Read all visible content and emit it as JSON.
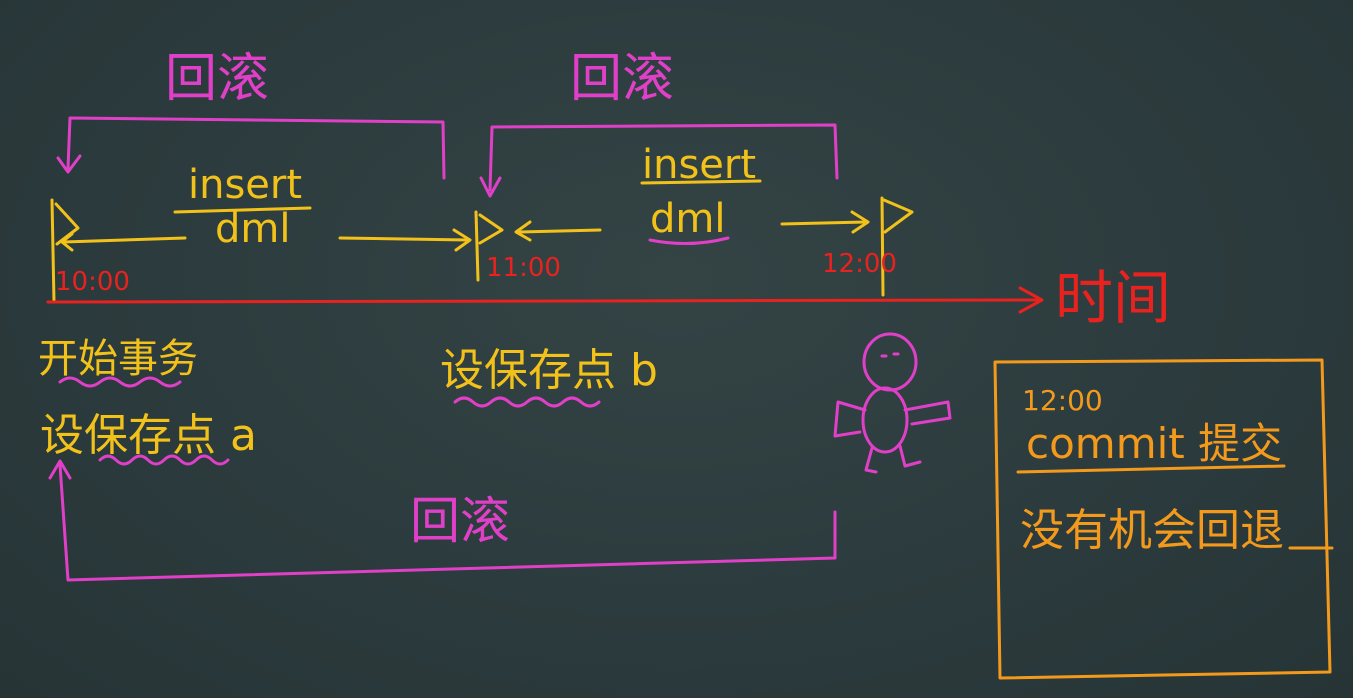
{
  "colors": {
    "background": "#2c3b3d",
    "magenta": "#e040c8",
    "yellow": "#f2c21a",
    "red": "#e8221e",
    "orange": "#f39a1c"
  },
  "rollback_labels": [
    "回滚",
    "回滚",
    "回滚"
  ],
  "segment1": {
    "op": "insert",
    "stmt": "dml"
  },
  "segment2": {
    "op": "insert",
    "stmt": "dml"
  },
  "times": {
    "t1": "10:00",
    "t2": "11:00",
    "t3": "12:00"
  },
  "timeline_label": "时间",
  "left_notes": {
    "line1": "开始事务",
    "line2": "设保存点 a"
  },
  "middle_note": "设保存点 b",
  "commit_box": {
    "time": "12:00",
    "line1": "commit 提交",
    "line2": "没有机会回退"
  }
}
